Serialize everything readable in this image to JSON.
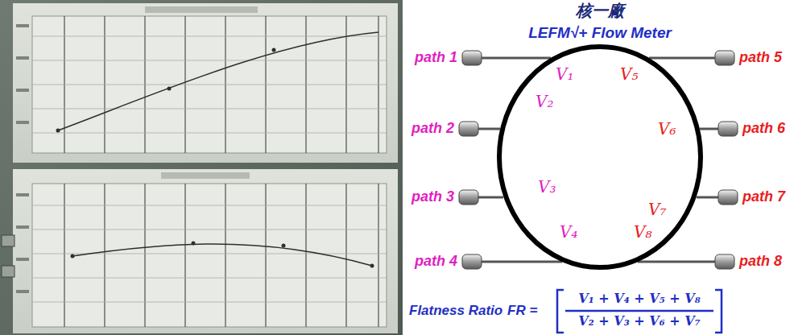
{
  "diagram": {
    "title": "核一廠",
    "nodes": [
      {
        "text": [
          "V₁",
          "V₂",
          "V₃",
          "V₄",
          "V₅",
          "V₆",
          "V₇",
          "V₈"
        ]
      }
    ],
    "labels": [
      "LEFM√+ Flow Meter",
      "path 1",
      "path 2",
      "path 3",
      "path 4",
      "path 5",
      "path 6",
      "path 7",
      "path 8",
      "Flatness Ratio",
      "FR =",
      "V₁ + V₄ + V₅ + V₈",
      "V₂ + V₃ + V₆ + V₇"
    ]
  }
}
